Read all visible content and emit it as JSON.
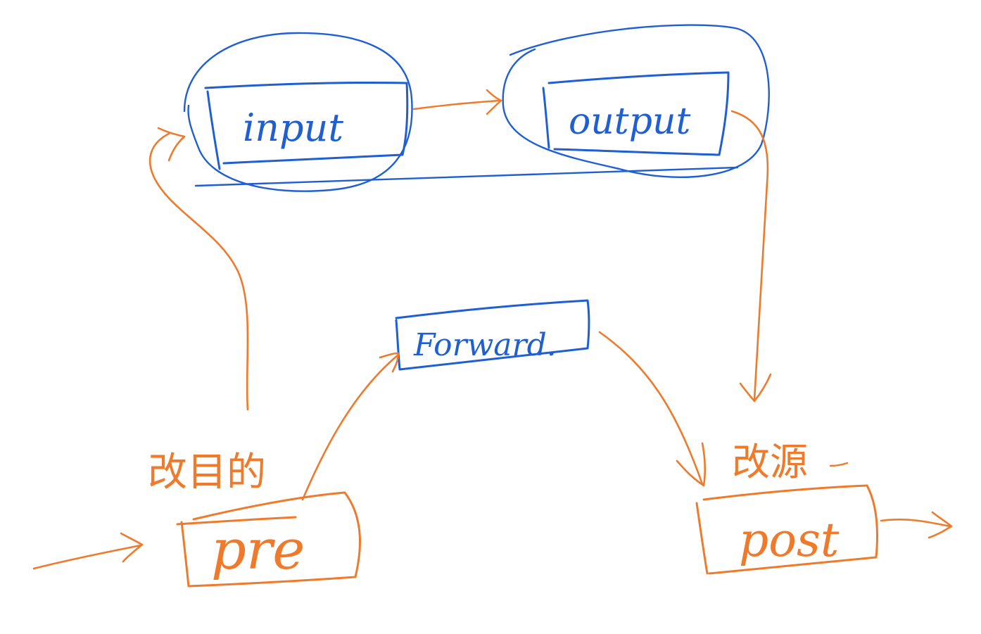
{
  "colors": {
    "blue": "#1f5fd1",
    "orange": "#f07a2c",
    "background": "#ffffff"
  },
  "nodes": {
    "input": {
      "label": "input"
    },
    "output": {
      "label": "output"
    },
    "forward": {
      "label": "Forward."
    },
    "pre": {
      "label": "pre"
    },
    "post": {
      "label": "post"
    }
  },
  "annotations": {
    "pre_note": "改目的",
    "post_note": "改源"
  }
}
